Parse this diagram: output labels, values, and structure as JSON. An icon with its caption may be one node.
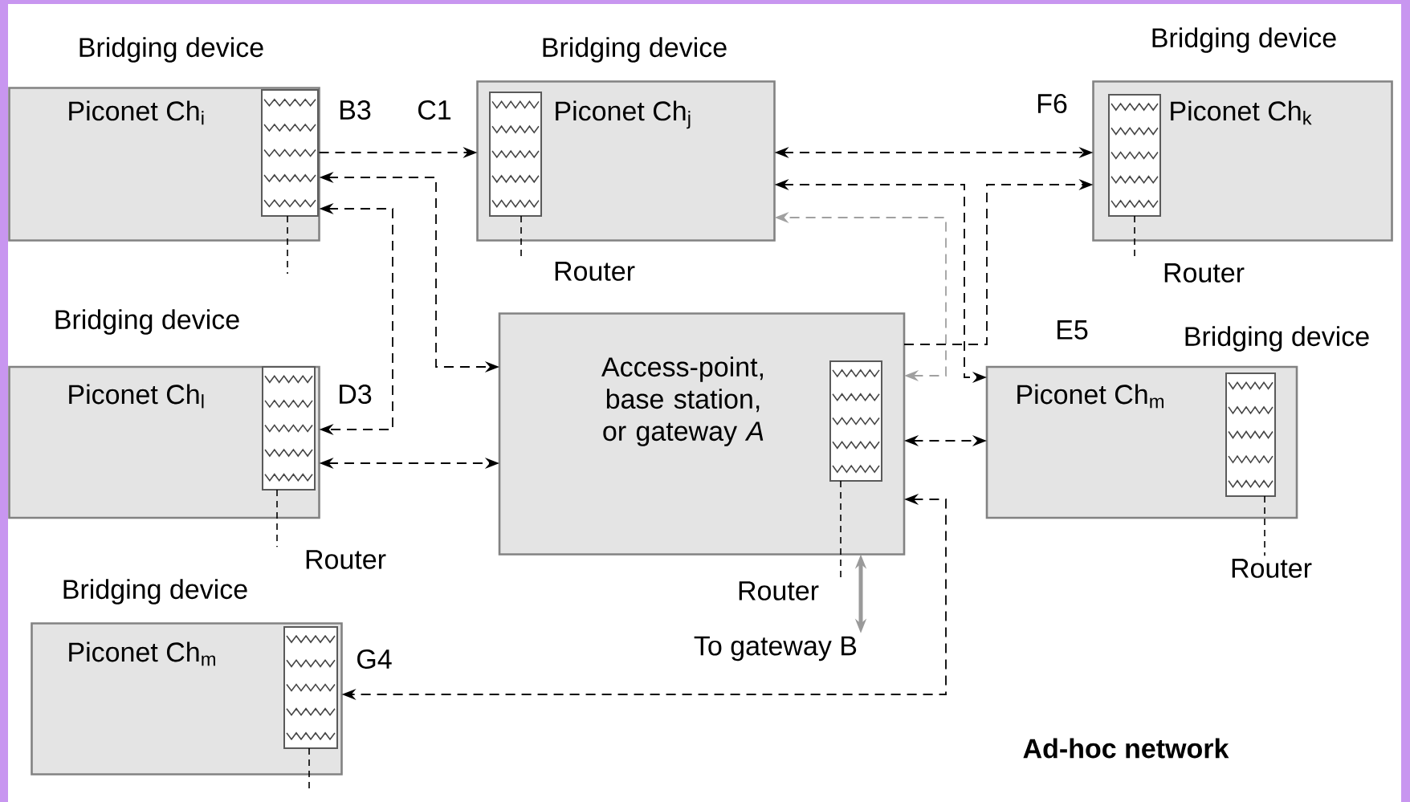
{
  "diagram": {
    "nodes": [
      {
        "text": [
          "Bridging device",
          "Piconet Ch$_{i}$"
        ],
        "beside": [
          "B3"
        ]
      },
      {
        "text": [
          "Bridging device",
          "Piconet Ch$_{j}$"
        ],
        "beside": [
          "C1"
        ]
      },
      {
        "text": [
          "Bridging device",
          "Piconet Ch$_{k}$"
        ],
        "beside": [
          "F6"
        ]
      },
      {
        "text": [
          "Bridging device",
          "Piconet Ch$_{l}$"
        ],
        "beside": [
          "D3"
        ]
      },
      {
        "text": [
          "Access-point, base station, or gateway *A*"
        ]
      },
      {
        "text": [
          "Bridging device",
          "Piconet Ch$_{m}$"
        ],
        "beside": [
          "E5"
        ]
      },
      {
        "text": [
          "Bridging device",
          "Piconet Ch$_{m}$"
        ],
        "beside": [
          "G4"
        ]
      },
      {
        "text": [
          "To gateway B"
        ]
      },
      {
        "text": [],
        "shape": "box",
        "in": 0
      },
      {
        "text": [],
        "shape": "box",
        "in": 1
      },
      {
        "text": [],
        "shape": "box",
        "in": 2
      },
      {
        "text": [],
        "shape": "box",
        "in": 3
      },
      {
        "text": [],
        "shape": "box",
        "in": 4
      },
      {
        "text": [],
        "shape": "box",
        "in": 5
      },
      {
        "text": [],
        "shape": "box",
        "in": 6
      },
      {
        "text": [
          "Router"
        ]
      },
      {
        "text": [
          "Router"
        ]
      },
      {
        "text": [
          "Router"
        ]
      },
      {
        "text": [
          "Router"
        ]
      },
      {
        "text": [
          "Router"
        ]
      }
    ],
    "edges": [
      {
        "from": 0,
        "to": 1,
        "arrow": "to",
        "style": "dashed"
      },
      {
        "from": 0,
        "to": 4,
        "arrow": "both",
        "style": "dashed"
      },
      {
        "from": 0,
        "to": 3,
        "arrow": "both",
        "style": "dashed"
      },
      {
        "from": 3,
        "to": 4,
        "arrow": "both",
        "style": "dashed"
      },
      {
        "from": 1,
        "to": 2,
        "arrow": "both",
        "style": "dashed"
      },
      {
        "from": 1,
        "to": 5,
        "arrow": "both",
        "style": "dashed"
      },
      {
        "from": 4,
        "to": 1,
        "arrow": "both",
        "style": "dashed",
        "color": "#a0a0a0"
      },
      {
        "from": 4,
        "to": 2,
        "arrow": "to",
        "style": "dashed"
      },
      {
        "from": 4,
        "to": 5,
        "arrow": "both",
        "style": "dashed"
      },
      {
        "from": 4,
        "to": 6,
        "arrow": "both",
        "style": "dashed"
      },
      {
        "from": 4,
        "to": 7,
        "arrow": "both",
        "style": "thick",
        "color": "#9a9a9a"
      },
      {
        "from": 8,
        "to": null,
        "arrow": "none",
        "style": "dashed"
      },
      {
        "from": 9,
        "to": 15,
        "arrow": "none",
        "style": "dashed"
      },
      {
        "from": 10,
        "to": 16,
        "arrow": "none",
        "style": "dashed"
      },
      {
        "from": 11,
        "to": 17,
        "arrow": "none",
        "style": "dashed"
      },
      {
        "from": 12,
        "to": 18,
        "arrow": "none",
        "style": "dashed"
      },
      {
        "from": 13,
        "to": 19,
        "arrow": "none",
        "style": "dashed"
      },
      {
        "from": 14,
        "to": null,
        "arrow": "none",
        "style": "dashed"
      }
    ],
    "labels": [
      "Ad-hoc network"
    ]
  }
}
